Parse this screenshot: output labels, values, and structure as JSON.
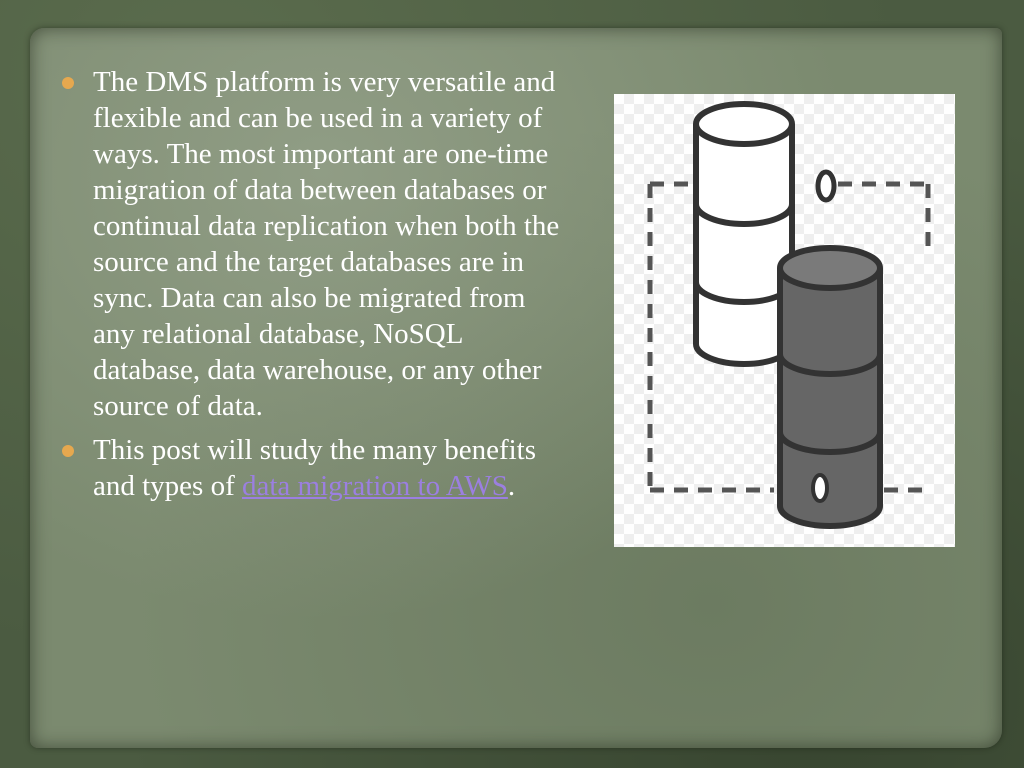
{
  "bullets": [
    {
      "text": "The DMS platform is very versatile and flexible and can be used in a variety of ways. The most important are one-time migration of data between databases or continual data replication when both the source and the target databases are in sync. Data can also be migrated from any relational database, NoSQL database, data warehouse, or any other source of data."
    },
    {
      "text_before": "This post will study the many benefits and types of ",
      "link_text": "data migration to AWS",
      "text_after": "."
    }
  ],
  "illustration": {
    "icon": "database-migration-icon",
    "colors": {
      "light_cylinder": "#ffffff",
      "dark_cylinder": "#666666",
      "outline": "#333333",
      "dashed_frame": "#555555"
    }
  },
  "colors": {
    "bullet": "#e6a84f",
    "link": "#9b7fe0",
    "text": "#ffffff"
  }
}
